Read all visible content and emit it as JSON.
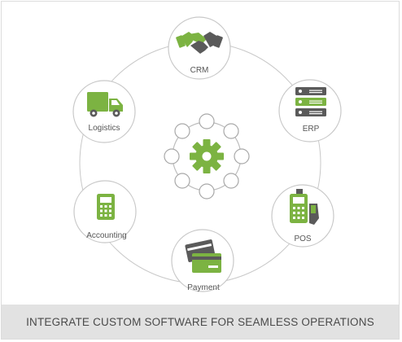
{
  "colors": {
    "accent": "#7cb342",
    "icon_dark": "#5a5a5a",
    "circle_stroke": "#c8c8c8",
    "caption_bg": "#e2e2e2"
  },
  "nodes": {
    "crm": {
      "label": "CRM",
      "icon": "handshake-icon"
    },
    "erp": {
      "label": "ERP",
      "icon": "server-rack-icon"
    },
    "pos": {
      "label": "POS",
      "icon": "card-terminal-icon"
    },
    "payment": {
      "label": "Payment",
      "icon": "credit-cards-icon"
    },
    "accounting": {
      "label": "Accounting",
      "icon": "calculator-icon"
    },
    "logistics": {
      "label": "Logistics",
      "icon": "truck-icon"
    }
  },
  "center": {
    "icon": "gear-hub-icon"
  },
  "caption": "INTEGRATE CUSTOM SOFTWARE FOR SEAMLESS OPERATIONS"
}
